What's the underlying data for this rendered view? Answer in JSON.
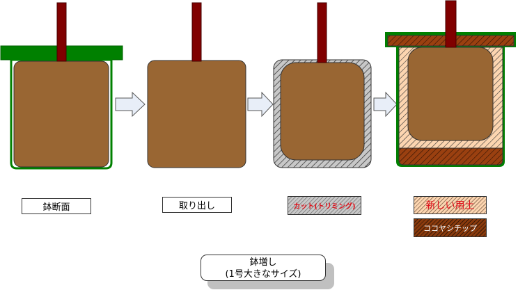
{
  "labels": {
    "pot_section": "鉢断面",
    "removed": "取り出し",
    "cut": "カット(トリミング)",
    "new_soil": "新しい用土",
    "coco_chips": "ココヤシチップ"
  },
  "note": {
    "line1": "鉢増し",
    "line2": "(1号大きなサイズ)"
  },
  "colors": {
    "soil": "#996633",
    "pot": "#008000",
    "stem": "#800000",
    "arrow": "#e8eef8",
    "label_red": "#e0101a"
  }
}
